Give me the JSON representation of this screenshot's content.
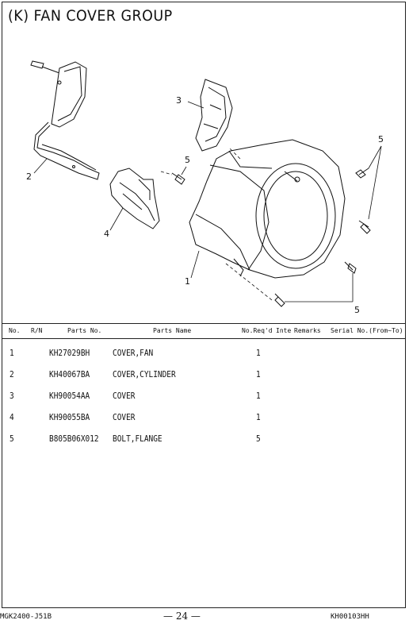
{
  "title": "(K) FAN COVER GROUP",
  "callouts": {
    "c1": "1",
    "c2": "2",
    "c3": "3",
    "c4": "4",
    "c5a": "5",
    "c5b": "5",
    "c5c": "5"
  },
  "table": {
    "headers": {
      "no": "No.",
      "rn": "R/N",
      "parts_no": "Parts No.",
      "parts_name": "Parts Name",
      "reqd": "No.Req'd",
      "inte": "Inte",
      "remarks": "Remarks",
      "serial": "Serial No.(From~To)"
    },
    "rows": [
      {
        "no": "1",
        "parts_no": "KH27029BH",
        "name": "COVER,FAN",
        "qty": "1"
      },
      {
        "no": "2",
        "parts_no": "KH40067BA",
        "name": "COVER,CYLINDER",
        "qty": "1"
      },
      {
        "no": "3",
        "parts_no": "KH90054AA",
        "name": "COVER",
        "qty": "1"
      },
      {
        "no": "4",
        "parts_no": "KH90055BA",
        "name": "COVER",
        "qty": "1"
      },
      {
        "no": "5",
        "parts_no": "B805B06X012",
        "name": "BOLT,FLANGE",
        "qty": "5"
      }
    ]
  },
  "footer": {
    "model": "MGK2400-J51B",
    "page": "— 24 —",
    "doc_code": "KH00103HH"
  }
}
